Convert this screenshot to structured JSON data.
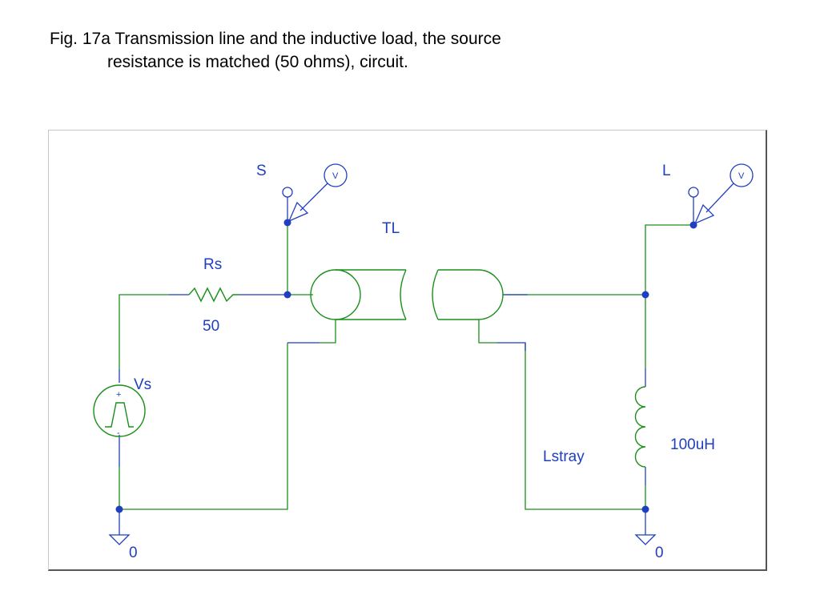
{
  "caption": {
    "line1": "Fig. 17a Transmission line and the inductive load, the source",
    "line2": "resistance is matched (50 ohms), circuit."
  },
  "schematic": {
    "colors": {
      "wire": "#1a8f1a",
      "pin": "#1f3fbf",
      "label": "#1f3fbf",
      "node": "#1f3fbf"
    },
    "probe_source": {
      "net": "S",
      "meter": "V"
    },
    "probe_load": {
      "net": "L",
      "meter": "V"
    },
    "tline": {
      "name": "TL"
    },
    "resistor": {
      "name": "Rs",
      "value": "50"
    },
    "source": {
      "name": "Vs",
      "plus": "+",
      "minus": "-"
    },
    "inductor": {
      "name": "Lstray",
      "value": "100uH"
    },
    "ground_left": {
      "label": "0"
    },
    "ground_right": {
      "label": "0"
    }
  }
}
